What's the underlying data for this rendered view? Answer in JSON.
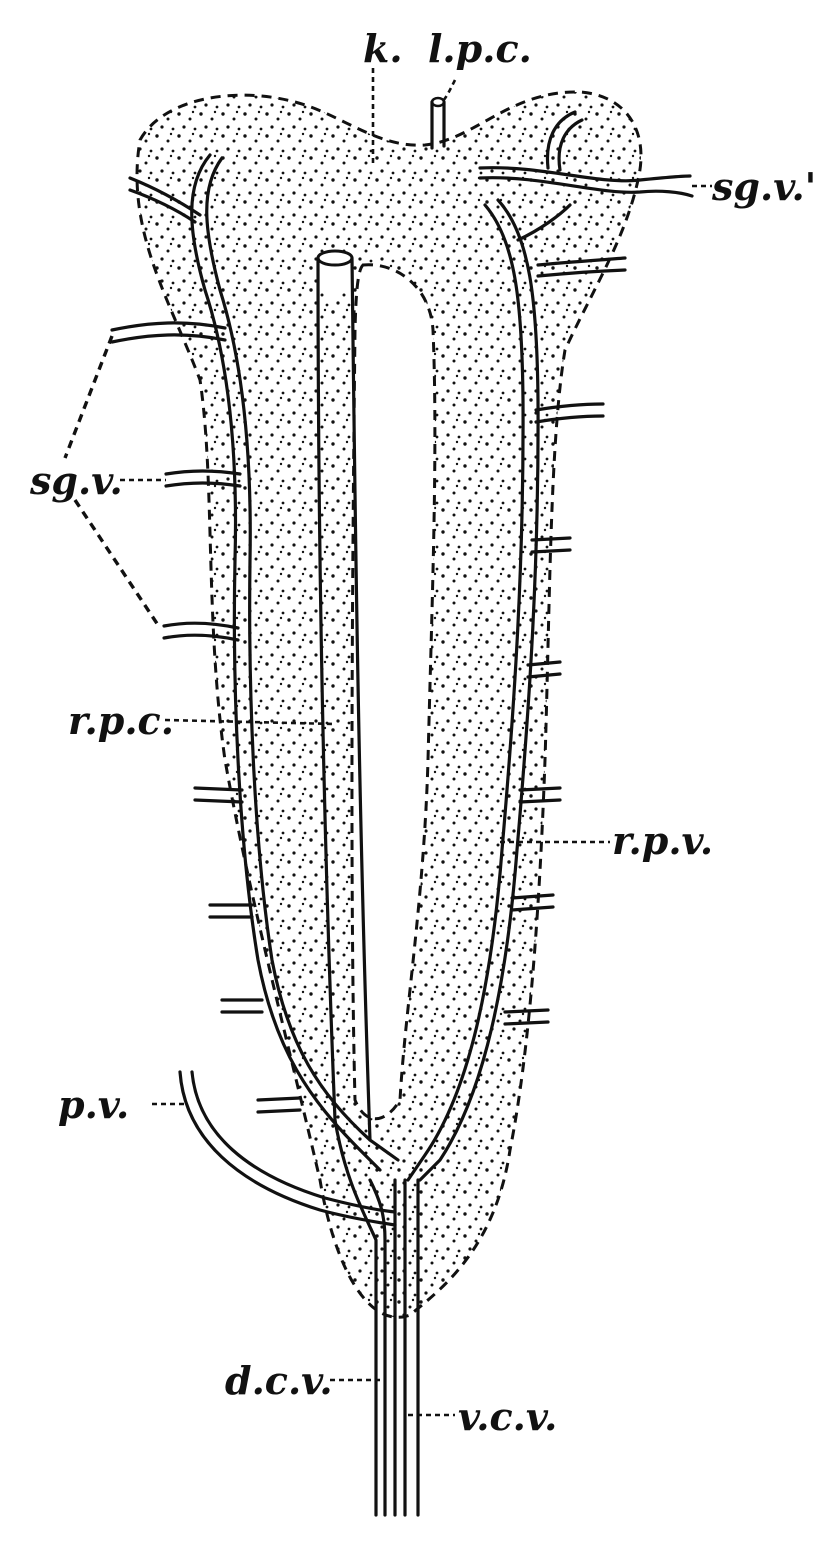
{
  "figure": {
    "labels": {
      "k": "k.",
      "lpc": "l.p.c.",
      "sgv_prime": "sg.v.'",
      "sgv": "sg.v.",
      "rpc": "r.p.c.",
      "rpv": "r.p.v.",
      "pv": "p.v.",
      "dcv": "d.c.v.",
      "vcv": "v.c.v."
    },
    "colors": {
      "ink": "#111111",
      "paper": "#ffffff"
    }
  }
}
